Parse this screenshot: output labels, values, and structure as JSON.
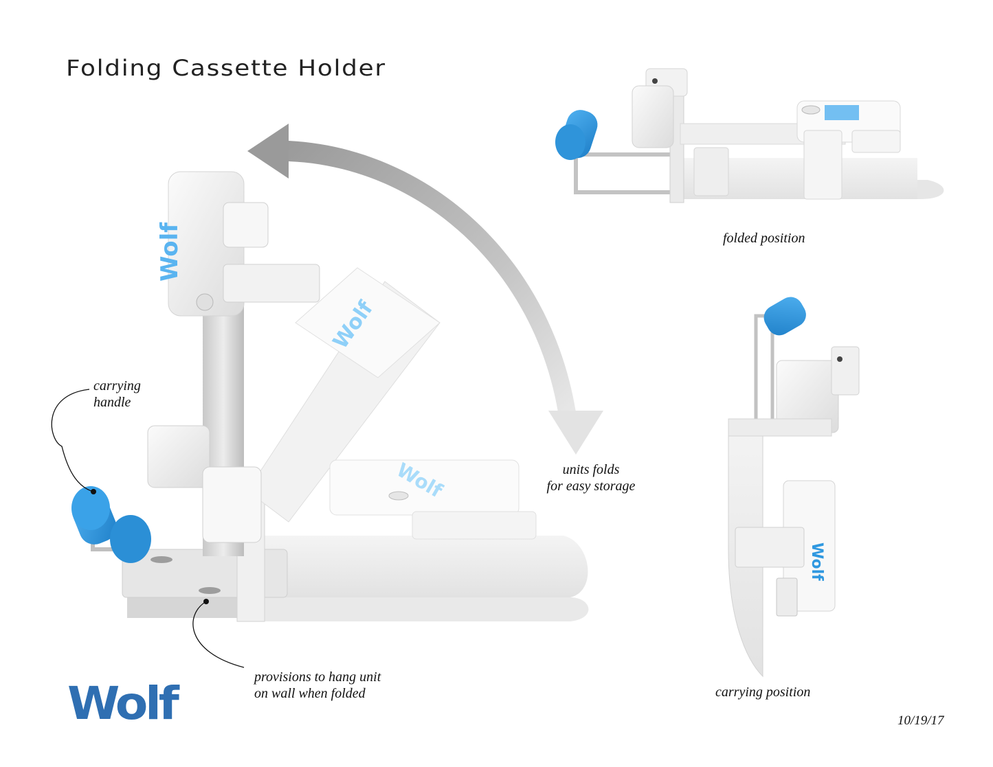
{
  "title": "Folding Cassette Holder",
  "annotations": {
    "handle": [
      "carrying",
      "handle"
    ],
    "folds": [
      "units folds",
      "for easy storage"
    ],
    "provisions": [
      "provisions to hang unit",
      "on wall when folded"
    ],
    "folded": "folded position",
    "carrying": "carrying position"
  },
  "brand": {
    "logo_text": "Wolf",
    "plate_text": "Wolf",
    "color_logo": "#2f6fb2",
    "color_handle": "#2f98e0",
    "color_plate_text": "#5ab4f0"
  },
  "date": "10/19/17",
  "icons": [
    "fold-arrow-icon"
  ]
}
